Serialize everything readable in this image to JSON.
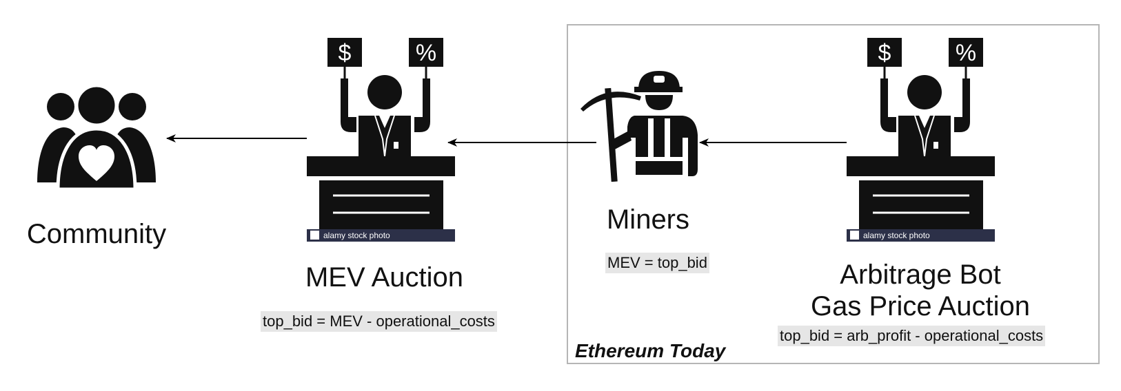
{
  "region": {
    "title": "Ethereum Today"
  },
  "nodes": {
    "community": {
      "label": "Community",
      "icon": "community-heart-icon"
    },
    "mev_auction": {
      "label": "MEV Auction",
      "formula": "top_bid = MEV - operational_costs",
      "icon": "auctioneer-icon",
      "watermark": "alamy stock photo"
    },
    "miners": {
      "label": "Miners",
      "formula": "MEV = top_bid",
      "icon": "miner-icon"
    },
    "arbitrage_bot": {
      "label_line1": "Arbitrage Bot",
      "label_line2": "Gas Price Auction",
      "formula": "top_bid = arb_profit - operational_costs",
      "icon": "auctioneer-icon",
      "watermark": "alamy stock photo"
    }
  },
  "sign_glyphs": {
    "dollar": "$",
    "percent": "%"
  },
  "colors": {
    "icon": "#111111",
    "formula_bg": "#e6e6e6",
    "region_border": "#b5b5b5"
  }
}
